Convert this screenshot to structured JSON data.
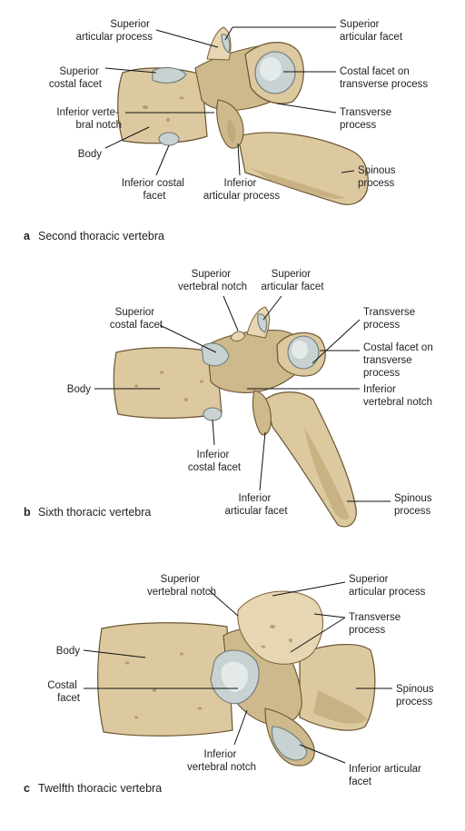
{
  "panels": [
    {
      "letter": "a",
      "caption": "Second thoracic vertebra",
      "labels": {
        "sup_art_process": [
          "Superior",
          "articular process"
        ],
        "sup_art_facet": [
          "Superior",
          "articular facet"
        ],
        "sup_costal_facet": [
          "Superior",
          "costal facet"
        ],
        "costal_facet_tp": [
          "Costal facet on",
          "transverse process"
        ],
        "inf_vert_notch": [
          "Inferior verte-",
          "bral notch"
        ],
        "transverse_process": [
          "Transverse",
          "process"
        ],
        "body": [
          "Body"
        ],
        "spinous_process": [
          "Spinous",
          "process"
        ],
        "inf_costal_facet": [
          "Inferior costal",
          "facet"
        ],
        "inf_art_process": [
          "Inferior",
          "articular process"
        ]
      }
    },
    {
      "letter": "b",
      "caption": "Sixth thoracic vertebra",
      "labels": {
        "sup_vert_notch": [
          "Superior",
          "vertebral notch"
        ],
        "sup_art_facet": [
          "Superior",
          "articular facet"
        ],
        "sup_costal_facet": [
          "Superior",
          "costal facet"
        ],
        "transverse_process": [
          "Transverse",
          "process"
        ],
        "costal_facet_tp": [
          "Costal facet on",
          "transverse",
          "process"
        ],
        "body": [
          "Body"
        ],
        "inf_vert_notch": [
          "Inferior",
          "vertebral notch"
        ],
        "inf_costal_facet": [
          "Inferior",
          "costal facet"
        ],
        "inf_art_facet": [
          "Inferior",
          "articular facet"
        ],
        "spinous_process": [
          "Spinous",
          "process"
        ]
      }
    },
    {
      "letter": "c",
      "caption": "Twelfth thoracic vertebra",
      "labels": {
        "sup_vert_notch": [
          "Superior",
          "vertebral notch"
        ],
        "sup_art_process": [
          "Superior",
          "articular process"
        ],
        "transverse_process": [
          "Transverse",
          "process"
        ],
        "body": [
          "Body"
        ],
        "costal_facet": [
          "Costal",
          "facet"
        ],
        "spinous_process": [
          "Spinous",
          "process"
        ],
        "inf_vert_notch": [
          "Inferior",
          "vertebral notch"
        ],
        "inf_art_facet": [
          "Inferior articular",
          "facet"
        ]
      }
    }
  ]
}
